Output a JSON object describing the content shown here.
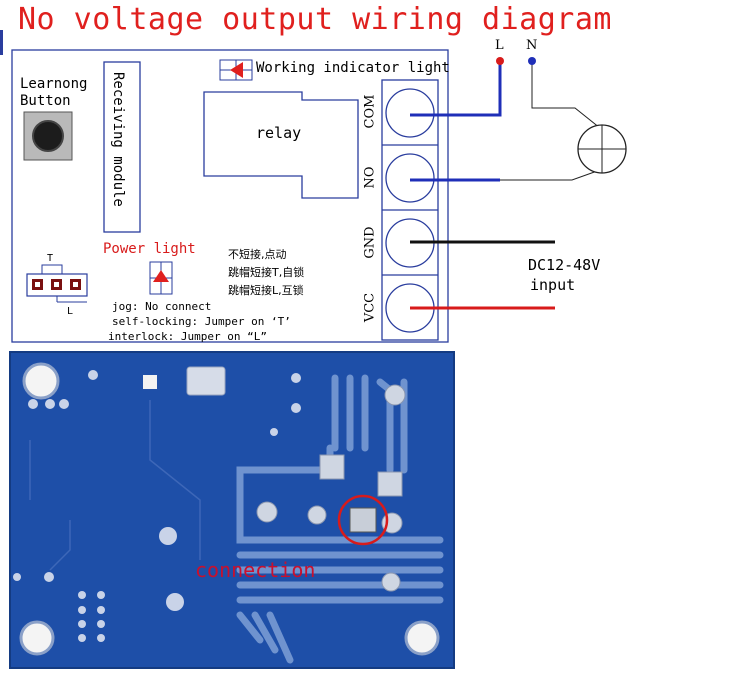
{
  "title": "No voltage output wiring diagram",
  "labels": {
    "learning_button": "Learnong\nButton",
    "receiving_module": "Receiving module",
    "working_indicator": "Working indicator light",
    "relay": "relay",
    "power_light": "Power light",
    "jumper_t": "T",
    "jumper_l": "L",
    "chinese_line1": "不短接,点动",
    "chinese_line2": "跳帽短接T,自锁",
    "chinese_line3": "跳帽短接L,互锁",
    "jog": "jog: No connect",
    "self_locking": "self-locking: Jumper on ‘T’",
    "interlock": "interlock: Jumper on “L”",
    "line_l": "L",
    "line_n": "N",
    "dc_input_1": "DC12-48V",
    "dc_input_2": "input",
    "connection": "connection"
  },
  "terminals": [
    "COM",
    "NO",
    "GND",
    "VCC"
  ],
  "colors": {
    "title": "#e0201e",
    "wire_blue": "#1f2fb8",
    "wire_red": "#d81b1b",
    "wire_black": "#111111",
    "board_outline": "#2a3d9e",
    "pcb_blue": "#1e4fa8"
  }
}
